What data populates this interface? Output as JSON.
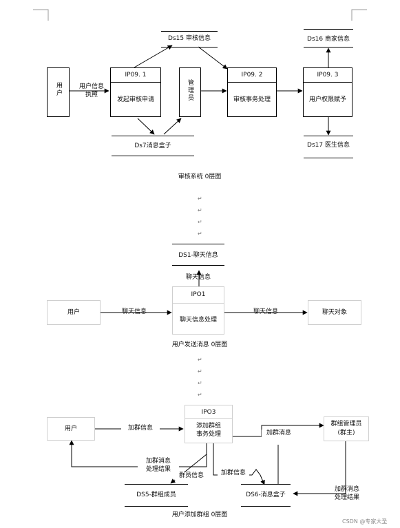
{
  "diagram1": {
    "user": "用户",
    "user_info_line1": "用户信息",
    "user_info_line2": "执照",
    "p1_id": "IP09. 1",
    "p1_name": "发起审核申请",
    "ds15": "Ds15 审核信息",
    "admin": "管理员",
    "p2_id": "IP09. 2",
    "p2_name": "审核事务处理",
    "p3_id": "IP09. 3",
    "p3_name": "用户权限赋予",
    "ds16": "Ds16 商家信息",
    "ds17": "Ds17 医生信息",
    "ds7": "Ds7消息盒子",
    "caption": "审核系统 0层图"
  },
  "diagram2": {
    "ds1": "DS1-聊天信息",
    "chat_up": "聊天信息",
    "p_id": "IPO1",
    "p_name": "聊天信息处理",
    "user": "用户",
    "chat_left": "聊天信息",
    "chat_right": "聊天信息",
    "target": "聊天对象",
    "caption": "用户发送消息 0层图"
  },
  "diagram3": {
    "user": "用户",
    "join_info": "加群信息",
    "p_id": "IPO3",
    "p_name_line1": "添加群组",
    "p_name_line2": "事务处理",
    "join_msg": "加群消息",
    "group_admin_line1": "群组管理员",
    "group_admin_line2": "(群主)",
    "result_left_line1": "加群消息",
    "result_left_line2": "处理结果",
    "member_info": "群员信息",
    "join_info2": "加群信息",
    "ds5": "DS5-群组成员",
    "ds6": "DS6-消息盒子",
    "result_right_line1": "加群消息",
    "result_right_line2": "处理结果",
    "caption": "用户添加群组 0层图"
  },
  "watermark": "CSDN @专家大圣",
  "paragraph_mark": "↵"
}
